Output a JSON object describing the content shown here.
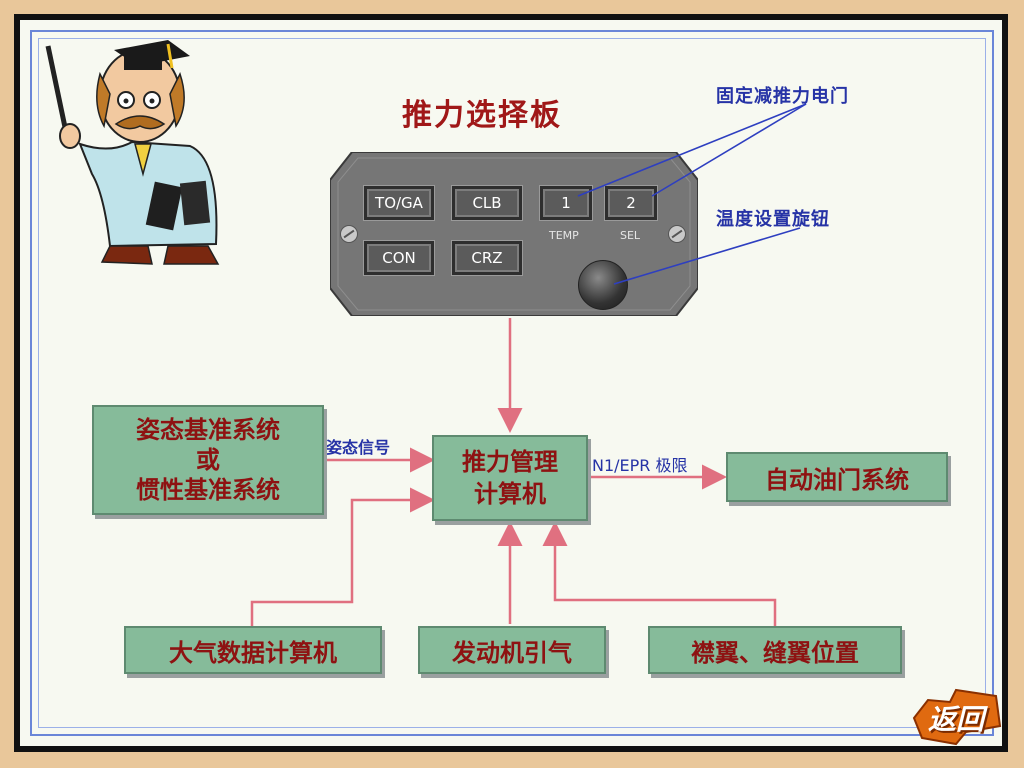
{
  "title": "推力选择板",
  "labels": {
    "fixed_derate": "固定减推力电门",
    "temp_knob": "温度设置旋钮",
    "attitude_signal": "姿态信号",
    "n1_limit": "N1/EPR 极限"
  },
  "panel": {
    "buttons": [
      "TO/GA",
      "CLB",
      "CON",
      "CRZ"
    ],
    "sel_buttons": [
      "1",
      "2"
    ],
    "sel_labels": [
      "TEMP",
      "SEL"
    ]
  },
  "boxes": {
    "attitude": [
      "姿态基准系统",
      "或",
      "惯性基准系统"
    ],
    "tmc": [
      "推力管理",
      "计算机"
    ],
    "autothrottle": "自动油门系统",
    "air_data": "大气数据计算机",
    "engine_bleed": "发动机引气",
    "flaps": "襟翼、缝翼位置"
  },
  "return_button": "返回",
  "colors": {
    "box_fill": "#86bb9a",
    "box_text": "#8e1212",
    "arrow": "#e07080",
    "label_blue": "#2633a6",
    "panel": "#767676"
  },
  "icons": {
    "teacher": "professor-cartoon",
    "return": "return-arrow-icon"
  }
}
